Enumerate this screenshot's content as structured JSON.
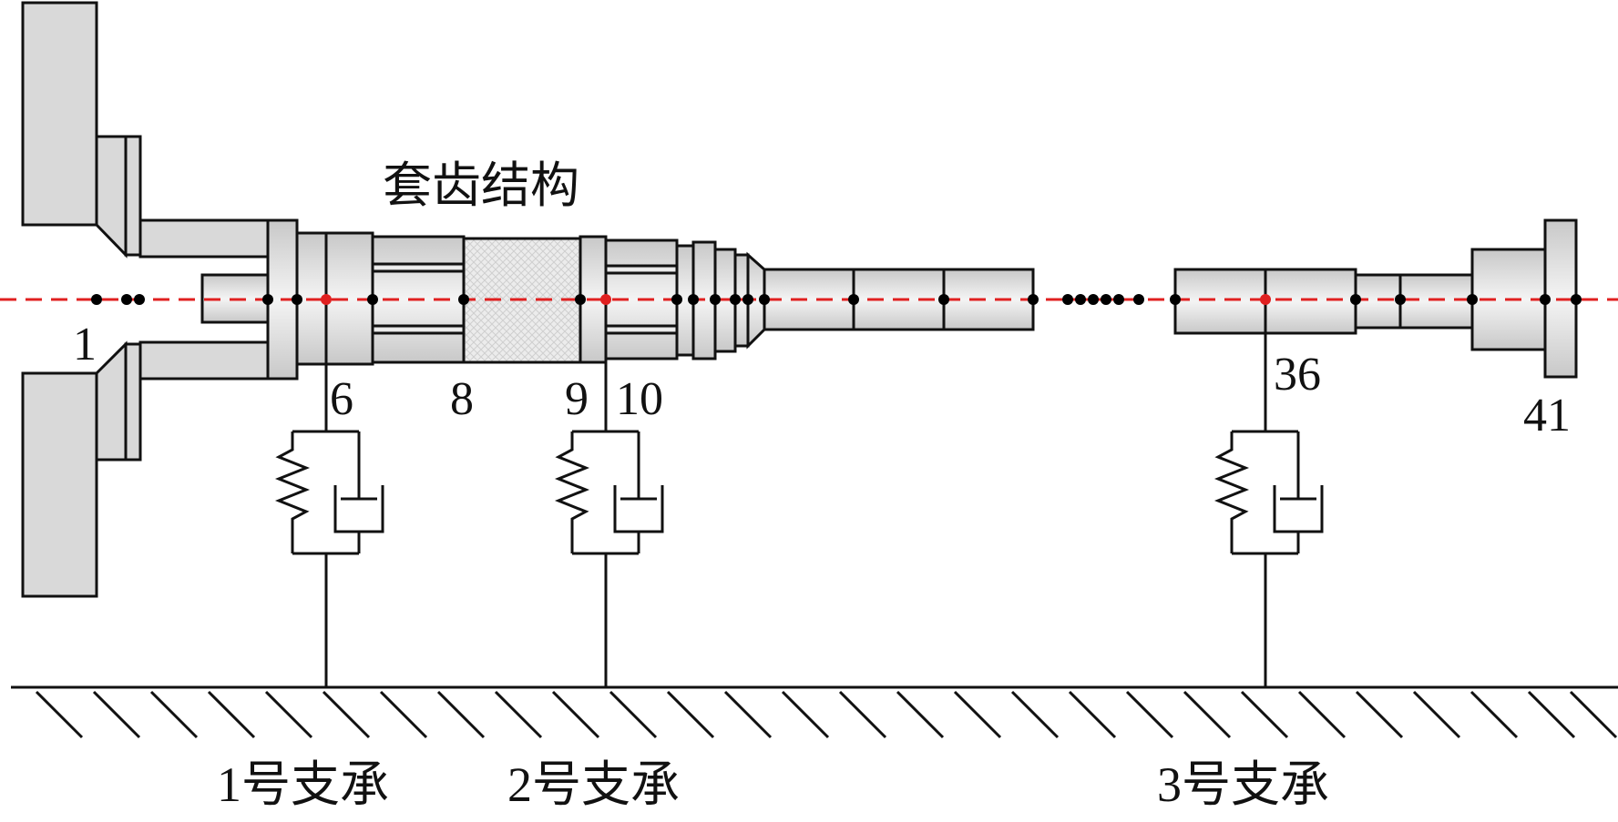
{
  "labels": {
    "spline_structure": "套齿结构",
    "node_1": "1",
    "node_6": "6",
    "node_8": "8",
    "node_9": "9",
    "node_10": "10",
    "node_36": "36",
    "node_41": "41",
    "bearing_1": "1号支承",
    "bearing_2": "2号支承",
    "bearing_3": "3号支承"
  },
  "colors": {
    "axis_line": "#e02020",
    "node_black": "#000000",
    "node_red": "#e02020",
    "part_fill": "#d9d9d9",
    "spline_fill": "#e6e6e6"
  }
}
